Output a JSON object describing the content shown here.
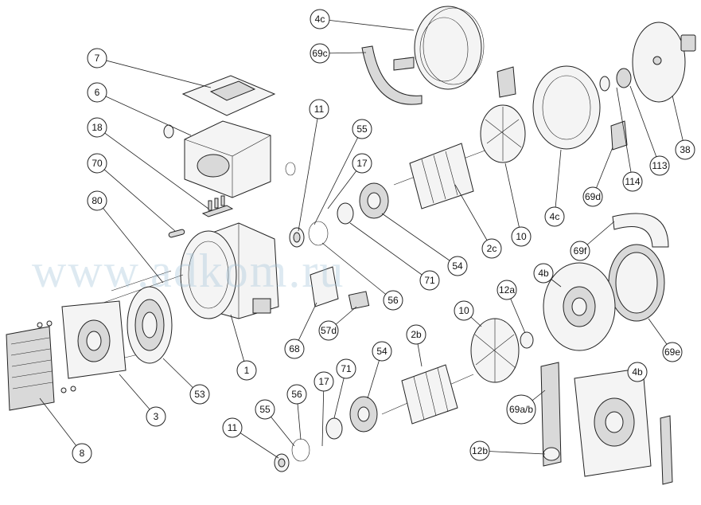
{
  "watermark": "www.adkom.ru",
  "callouts": [
    {
      "id": "4c_top",
      "label": "4c"
    },
    {
      "id": "69c",
      "label": "69c"
    },
    {
      "id": "7",
      "label": "7"
    },
    {
      "id": "6",
      "label": "6"
    },
    {
      "id": "18",
      "label": "18"
    },
    {
      "id": "70",
      "label": "70"
    },
    {
      "id": "80",
      "label": "80"
    },
    {
      "id": "11_top",
      "label": "11"
    },
    {
      "id": "55_top",
      "label": "55"
    },
    {
      "id": "17_top",
      "label": "17"
    },
    {
      "id": "2c",
      "label": "2c"
    },
    {
      "id": "10_top",
      "label": "10"
    },
    {
      "id": "4c_mid",
      "label": "4c"
    },
    {
      "id": "69d",
      "label": "69d"
    },
    {
      "id": "114",
      "label": "114"
    },
    {
      "id": "113",
      "label": "113"
    },
    {
      "id": "38",
      "label": "38"
    },
    {
      "id": "54_top",
      "label": "54"
    },
    {
      "id": "71_top",
      "label": "71"
    },
    {
      "id": "56_top",
      "label": "56"
    },
    {
      "id": "69f",
      "label": "69f"
    },
    {
      "id": "4b_top",
      "label": "4b"
    },
    {
      "id": "12a",
      "label": "12a"
    },
    {
      "id": "69e",
      "label": "69e"
    },
    {
      "id": "1",
      "label": "1"
    },
    {
      "id": "68",
      "label": "68"
    },
    {
      "id": "57d",
      "label": "57d"
    },
    {
      "id": "53",
      "label": "53"
    },
    {
      "id": "3",
      "label": "3"
    },
    {
      "id": "8",
      "label": "8"
    },
    {
      "id": "10_low",
      "label": "10"
    },
    {
      "id": "2b",
      "label": "2b"
    },
    {
      "id": "54_low",
      "label": "54"
    },
    {
      "id": "71_low",
      "label": "71"
    },
    {
      "id": "17_low",
      "label": "17"
    },
    {
      "id": "56_low",
      "label": "56"
    },
    {
      "id": "55_low",
      "label": "55"
    },
    {
      "id": "11_low",
      "label": "11"
    },
    {
      "id": "69ab",
      "label": "69a/b"
    },
    {
      "id": "4b_low",
      "label": "4b"
    },
    {
      "id": "12b",
      "label": "12b"
    }
  ]
}
